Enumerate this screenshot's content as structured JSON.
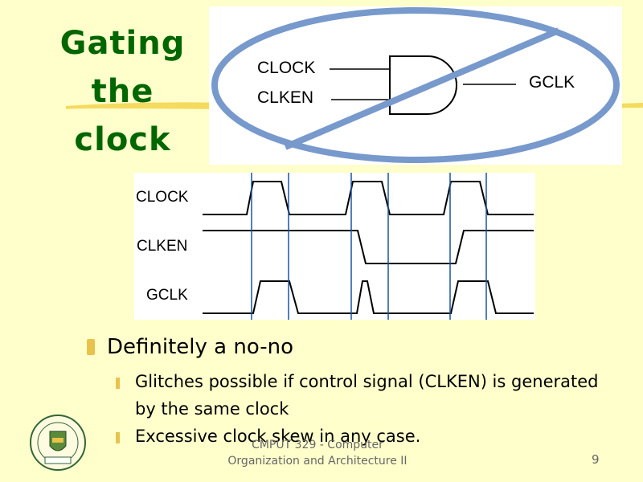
{
  "slide": {
    "title_lines": [
      "Gating",
      "the",
      "clock"
    ],
    "page_number": "9"
  },
  "gate": {
    "input_a": "CLOCK",
    "input_b": "CLKEN",
    "output": "GCLK"
  },
  "timing": {
    "signals": [
      "CLOCK",
      "CLKEN",
      "GCLK"
    ]
  },
  "bullets": {
    "main": "Definitely a no-no",
    "sub": [
      "Glitches possible if control signal (CLKEN) is generated by the same clock",
      "Excessive clock skew in any case."
    ]
  },
  "footer": {
    "line1": "CMPUT 329 - Computer",
    "line2": "Organization and Architecture II"
  },
  "colors": {
    "title": "#006600",
    "background": "#ffffcc",
    "ring": "#7799cc",
    "bullet": "#e8c24a"
  }
}
